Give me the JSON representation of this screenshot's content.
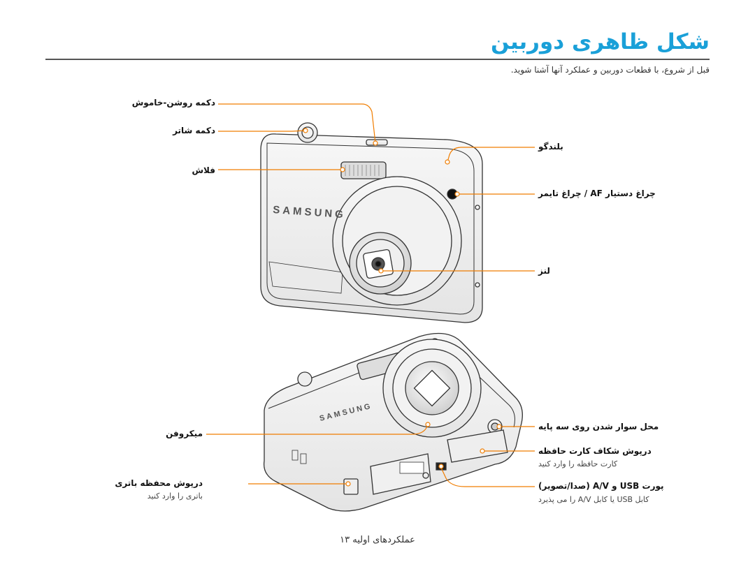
{
  "title": "شکل ظاهری دوربین",
  "intro": "قبل از شروع، با قطعات دوربین و عملکرد آنها آشنا شوید.",
  "labels": {
    "mode_button": "دکمه روشن-خاموش",
    "shutter": "دکمه شاتر",
    "flash": "فلاش",
    "speaker": "بلندگو",
    "af_lamp": "چراغ دستیار AF / چراغ تایمر",
    "lens": "لنز",
    "microphone": "میکروفن",
    "tripod": "محل سوار شدن روی سه پایه",
    "card_cover": "درپوش شکاف کارت حافظه",
    "card_cover_sub": "کارت حافظه را وارد کنید",
    "battery_cover": "درپوش محفظه باتری",
    "battery_cover_sub": "باتری را وارد کنید",
    "usb_port": "پورت USB و A/V (صدا/تصویر)",
    "usb_port_sub": "کابل USB یا کابل A/V را می پذیرد"
  },
  "brand": "SAMSUNG",
  "footer": "عملکردهای اولیه ۱۳",
  "colors": {
    "accent": "#f07d00",
    "title": "#1aa0d8"
  }
}
